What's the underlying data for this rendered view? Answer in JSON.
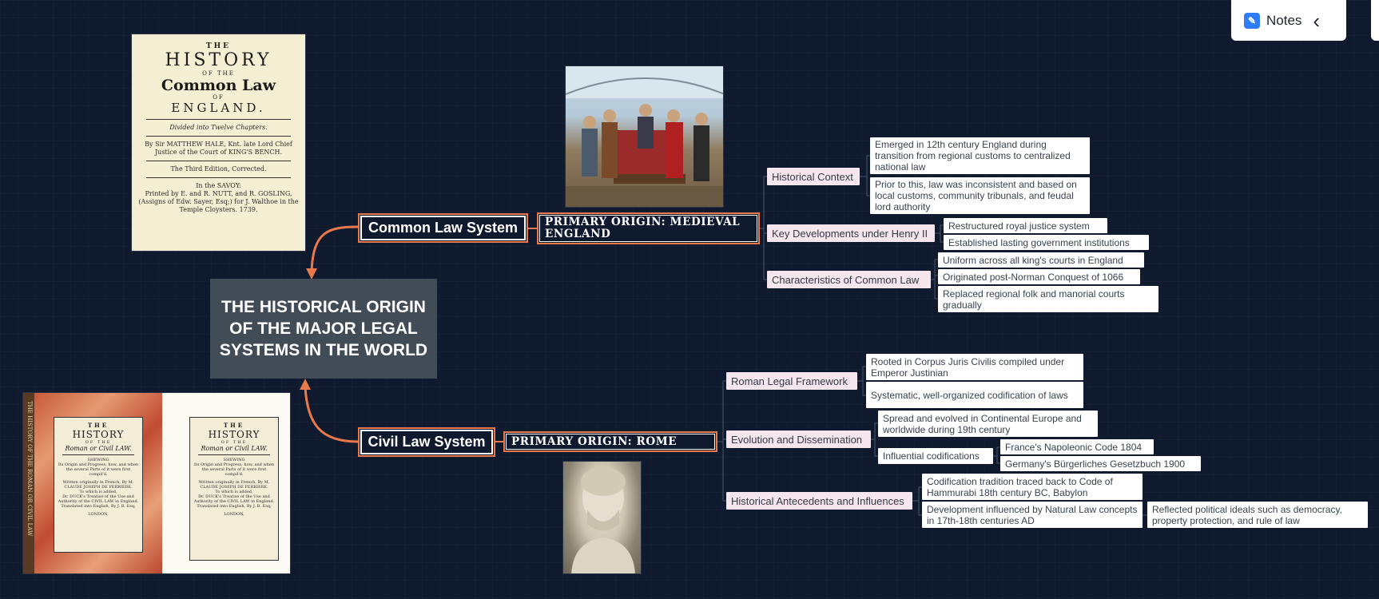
{
  "root": {
    "title": "THE HISTORICAL ORIGIN OF THE MAJOR LEGAL SYSTEMS IN THE WORLD"
  },
  "notes": {
    "label": "Notes",
    "chevron": "‹",
    "icon": "notes-icon"
  },
  "branches": {
    "common": {
      "topic": "Common Law System",
      "origin": "PRIMARY ORIGIN: MEDIEVAL ENGLAND",
      "categories": [
        {
          "label": "Historical Context",
          "leaves": [
            "Emerged in 12th century England during transition from regional customs to centralized national law",
            "Prior to this, law was inconsistent and based on local customs, community tribunals, and feudal lord authority"
          ]
        },
        {
          "label": "Key Developments under Henry II",
          "leaves": [
            "Restructured royal justice system",
            "Established lasting government institutions"
          ]
        },
        {
          "label": "Characteristics of Common Law",
          "leaves": [
            "Uniform across all king's courts in England",
            "Originated post-Norman Conquest of 1066",
            "Replaced regional folk and manorial courts gradually"
          ]
        }
      ]
    },
    "civil": {
      "topic": "Civil Law System",
      "origin": "PRIMARY ORIGIN: ROME",
      "categories": [
        {
          "label": "Roman Legal Framework",
          "leaves": [
            "Rooted in Corpus Juris Civilis compiled under Emperor Justinian",
            "Systematic, well-organized codification of laws"
          ]
        },
        {
          "label": "Evolution and Dissemination",
          "leaves": [
            "Spread and evolved in Continental Europe and worldwide during 19th century"
          ],
          "sub": {
            "label": "Influential codifications",
            "leaves": [
              "France's Napoleonic Code 1804",
              "Germany's Bürgerliches Gesetzbuch 1900"
            ]
          }
        },
        {
          "label": "Historical Antecedents and Influences",
          "leaves": [
            "Codification tradition traced back to Code of Hammurabi 18th century BC, Babylon",
            "Development influenced by Natural Law concepts in 17th-18th centuries AD"
          ],
          "extra": "Reflected political ideals such as democracy, property protection, and rule of law"
        }
      ]
    }
  },
  "images": {
    "common_book": {
      "l1": "THE",
      "l2": "HISTORY",
      "l3": "OF THE",
      "l4": "Common Law",
      "l5": "OF",
      "l6": "ENGLAND.",
      "l7": "Divided into Twelve Chapters.",
      "l8": "By Sir MATTHEW HALE, Knt. late Lord Chief Justice of the Court of KING'S BENCH.",
      "l9": "The Third Edition, Corrected.",
      "l10": "In the SAVOY:",
      "l11": "Printed by E. and R. NUTT, and R. GOSLING, (Assigns of Edw. Sayer, Esq;) for J. Walthoe in the Temple Cloysters. 1739."
    },
    "civil_book": {
      "t1": "THE",
      "t2": "HISTORY",
      "t3": "OF THE",
      "t4": "Roman or Civil LAW.",
      "t5": "SHEWING",
      "t6": "Its Origin and Progress; how, and when the several Parts of it were first compil'd.",
      "t7": "Written originally in French, By M. CLAUDE JOSEPH DE FERRIERE.",
      "t8": "To which is added,",
      "t9": "Dr. DUCK's Treatise of the Use and Authority of the CIVIL LAW in England.",
      "t10": "Translated into English, By J. B. Esq;",
      "t11": "LONDON,",
      "spine": "THE HISTORY OF THE ROMAN OR CIVIL LAW"
    }
  }
}
